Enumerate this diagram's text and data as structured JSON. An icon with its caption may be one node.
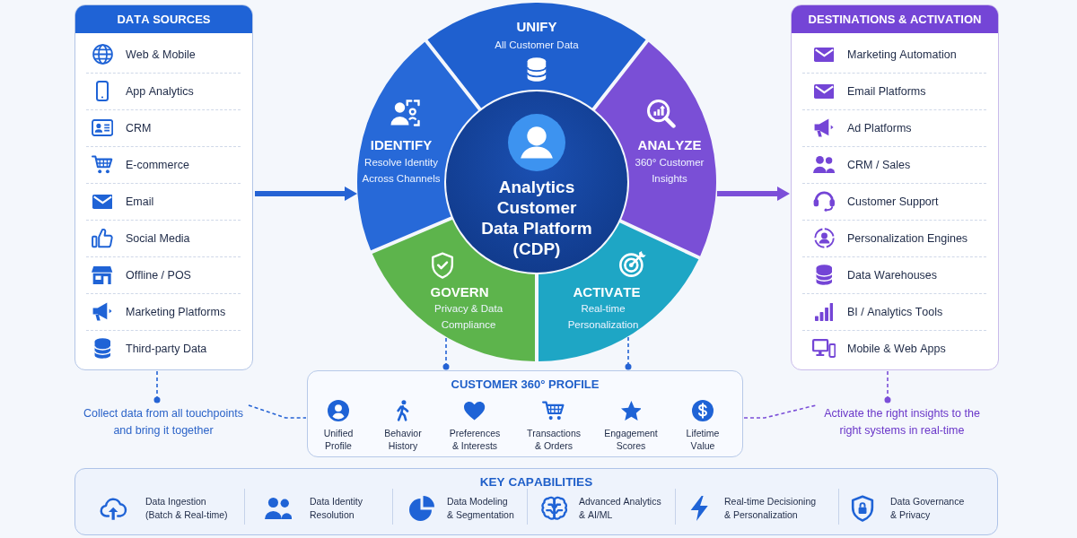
{
  "diagram": {
    "nodes": [
      {
        "text": [
          "DATA SOURCES",
          "Web & Mobile",
          "App Analytics",
          "CRM",
          "E-commerce",
          "Email",
          "Social Media",
          "Offline / POS",
          "Marketing Platforms",
          "Third-party Data"
        ]
      },
      {
        "text": [
          "UNIFY",
          "All Customer Data"
        ]
      },
      {
        "text": [
          "IDENTIFY",
          "Resolve Identity Across Channels"
        ]
      },
      {
        "text": [
          "Analytics Customer Data Platform (CDP)"
        ]
      },
      {
        "text": [
          "ANALYZE",
          "360° Customer Insights"
        ]
      },
      {
        "text": [
          "GOVERN",
          "Privacy & Data Compliance"
        ]
      },
      {
        "text": [
          "ACTIVATE",
          "Real-time Personalization"
        ]
      },
      {
        "text": [
          "DESTINATIONS & ACTIVATION",
          "Marketing Automation",
          "Email Platforms",
          "Ad Platforms",
          "CRM / Sales",
          "Customer Support",
          "Personalization Engines",
          "Data Warehouses",
          "BI / Analytics Tools",
          "Mobile & Web Apps"
        ]
      },
      {
        "text": [
          "Collect data from all touchpoints and bring it together"
        ]
      },
      {
        "text": [
          "CUSTOMER 360° PROFILE",
          "Unified Profile",
          "Behavior History",
          "Preferences & Interests",
          "Transactions & Orders",
          "Engagement Scores",
          "Lifetime Value"
        ]
      },
      {
        "text": [
          "Activate the right insights to the right systems in real-time"
        ]
      },
      {
        "text": [
          "KEY CAPABILITIES",
          "Data Ingestion (Batch & Real-time)",
          "Data Identity Resolution",
          "Data Modeling & Segmentation",
          "Advanced Analytics & AI/ML",
          "Real-time Decisioning & Personalization",
          "Data Governance & Privacy"
        ]
      }
    ],
    "edges": [
      {
        "from": 0,
        "to": 2,
        "arrow": "to",
        "style": "thick"
      },
      {
        "from": 4,
        "to": 7,
        "arrow": "to",
        "style": "thick",
        "color": "#7b4fd8"
      },
      {
        "from": 0,
        "to": 8,
        "arrow": "other",
        "style": "dashed"
      },
      {
        "from": 5,
        "to": 9,
        "arrow": "other",
        "style": "dashed"
      },
      {
        "from": 6,
        "to": 9,
        "arrow": "other",
        "style": "dashed"
      },
      {
        "from": 7,
        "to": 10,
        "arrow": "other",
        "style": "dashed",
        "color": "#7b4fd8"
      },
      {
        "from": 8,
        "to": 9,
        "arrow": "none",
        "style": "dashed"
      },
      {
        "from": 9,
        "to": 10,
        "arrow": "none",
        "style": "dashed",
        "color": "#7b4fd8"
      }
    ]
  }
}
